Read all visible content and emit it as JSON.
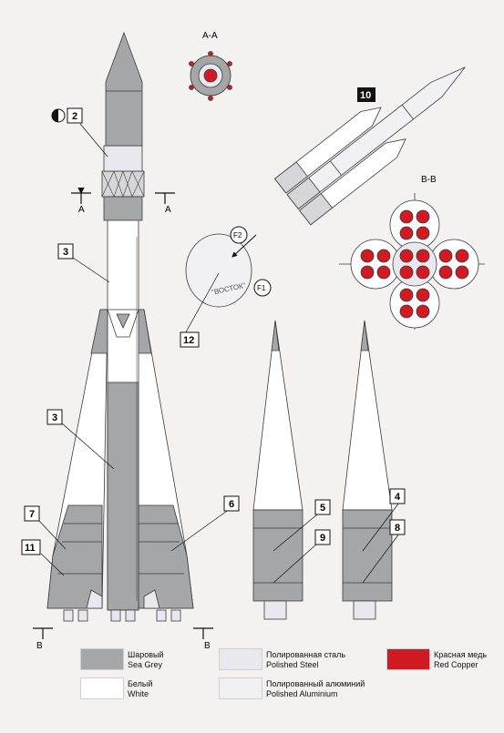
{
  "sections": {
    "aa": "A-A",
    "bb": "B-B",
    "a_left": "A",
    "a_right": "A",
    "b_left": "B",
    "b_right": "B"
  },
  "callouts": {
    "c2": "2",
    "c3a": "3",
    "c3b": "3",
    "c4": "4",
    "c5": "5",
    "c6": "6",
    "c7": "7",
    "c8": "8",
    "c9": "9",
    "c10": "10",
    "c11": "11",
    "c12": "12",
    "f1": "F1",
    "f2": "F2"
  },
  "decal_text": "\"ВОСТОК\"",
  "colors": {
    "sea_grey": "#a4a6a8",
    "white": "#ffffff",
    "polished_steel": "#e9e8ee",
    "polished_aluminium": "#f1f1f3",
    "red_copper": "#d21a22",
    "outline": "#3a3a3a"
  },
  "legend": [
    {
      "ru": "Шаровый",
      "en": "Sea Grey"
    },
    {
      "ru": "Белый",
      "en": "White"
    },
    {
      "ru": "Полированная сталь",
      "en": "Polished Steel"
    },
    {
      "ru": "Полированный алюминий",
      "en": "Polished Aluminium"
    },
    {
      "ru": "Красная медь",
      "en": "Red Copper"
    }
  ]
}
